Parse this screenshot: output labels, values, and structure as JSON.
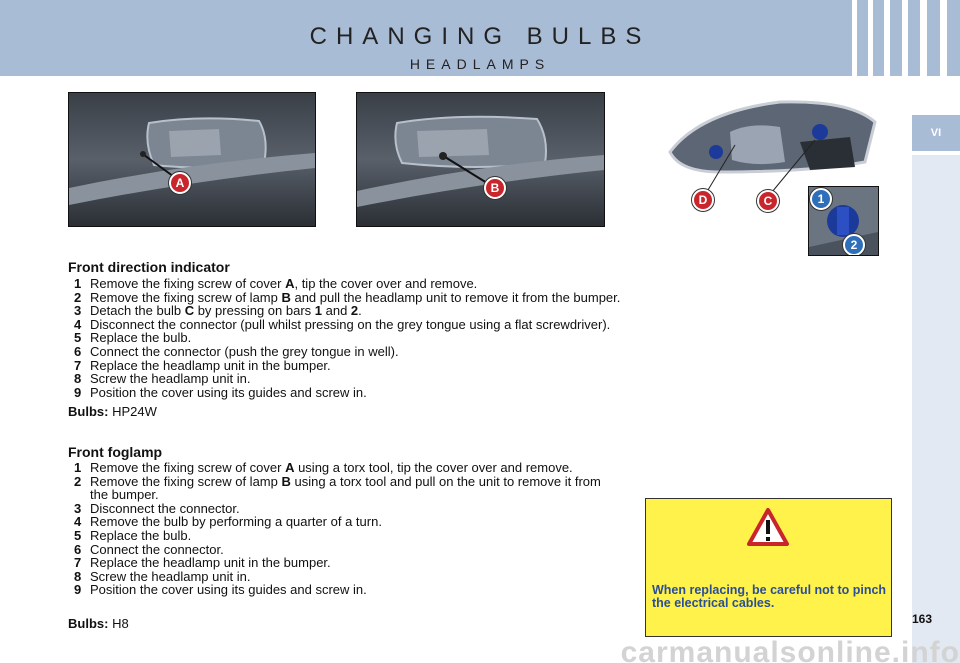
{
  "header": {
    "title": "CHANGING BULBS",
    "subtitle": "HEADLAMPS"
  },
  "side_tab": {
    "label": "VI"
  },
  "photos": {
    "badge_a": "A",
    "badge_b": "B",
    "badge_c": "C",
    "badge_d": "D",
    "badge_1": "1",
    "badge_2": "2"
  },
  "front_direction_indicator": {
    "title": "Front direction indicator",
    "steps": [
      {
        "num": "1",
        "pre": "Remove the fixing screw of cover ",
        "b1": "A",
        "mid": ", tip the cover over and remove.",
        "b2": "",
        "post": ""
      },
      {
        "num": "2",
        "pre": "Remove the fixing screw of lamp ",
        "b1": "B",
        "mid": " and pull the headlamp unit to remove it from the bumper.",
        "b2": "",
        "post": ""
      },
      {
        "num": "3",
        "pre": "Detach the bulb ",
        "b1": "C",
        "mid": " by pressing on bars ",
        "b2": "1",
        "post": " and ",
        "b3": "2",
        "end": "."
      },
      {
        "num": "4",
        "pre": "Disconnect the connector (pull whilst pressing on the grey tongue using a flat screwdriver).",
        "b1": "",
        "mid": "",
        "b2": "",
        "post": ""
      },
      {
        "num": "5",
        "pre": "Replace the bulb.",
        "b1": "",
        "mid": "",
        "b2": "",
        "post": ""
      },
      {
        "num": "6",
        "pre": "Connect the connector (push the grey tongue in well).",
        "b1": "",
        "mid": "",
        "b2": "",
        "post": ""
      },
      {
        "num": "7",
        "pre": "Replace the headlamp unit in the bumper.",
        "b1": "",
        "mid": "",
        "b2": "",
        "post": ""
      },
      {
        "num": "8",
        "pre": "Screw the headlamp unit in.",
        "b1": "",
        "mid": "",
        "b2": "",
        "post": ""
      },
      {
        "num": "9",
        "pre": "Position the cover using its guides and screw in.",
        "b1": "",
        "mid": "",
        "b2": "",
        "post": ""
      }
    ],
    "bulbs_label": "Bulbs:",
    "bulbs_value": "HP24W"
  },
  "front_foglamp": {
    "title": "Front foglamp",
    "steps": [
      {
        "num": "1",
        "pre": "Remove the fixing screw of cover ",
        "b1": "A",
        "mid": " using a torx tool, tip the cover over and remove."
      },
      {
        "num": "2",
        "pre": "Remove the fixing screw of lamp ",
        "b1": "B",
        "mid": " using a torx tool and pull on the unit to remove it from the bumper."
      },
      {
        "num": "3",
        "pre": "Disconnect the connector.",
        "b1": "",
        "mid": ""
      },
      {
        "num": "4",
        "pre": "Remove the bulb by performing a quarter of a turn.",
        "b1": "",
        "mid": ""
      },
      {
        "num": "5",
        "pre": "Replace the bulb.",
        "b1": "",
        "mid": ""
      },
      {
        "num": "6",
        "pre": "Connect the connector.",
        "b1": "",
        "mid": ""
      },
      {
        "num": "7",
        "pre": "Replace the headlamp unit in the bumper.",
        "b1": "",
        "mid": ""
      },
      {
        "num": "8",
        "pre": "Screw the headlamp unit in.",
        "b1": "",
        "mid": ""
      },
      {
        "num": "9",
        "pre": "Position the cover using its guides and screw in.",
        "b1": "",
        "mid": ""
      }
    ],
    "bulbs_label": "Bulbs:",
    "bulbs_value": "H8"
  },
  "warning": {
    "text": "When replacing, be careful not to pinch the electrical cables."
  },
  "page_number": "163",
  "watermark": "carmanualsonline.info",
  "colors": {
    "header_bg": "#a9bcd6",
    "warning_bg": "#fff24a",
    "warning_text": "#2a4e9a",
    "badge_red": "#c9252c",
    "badge_blue": "#2f6fba"
  }
}
